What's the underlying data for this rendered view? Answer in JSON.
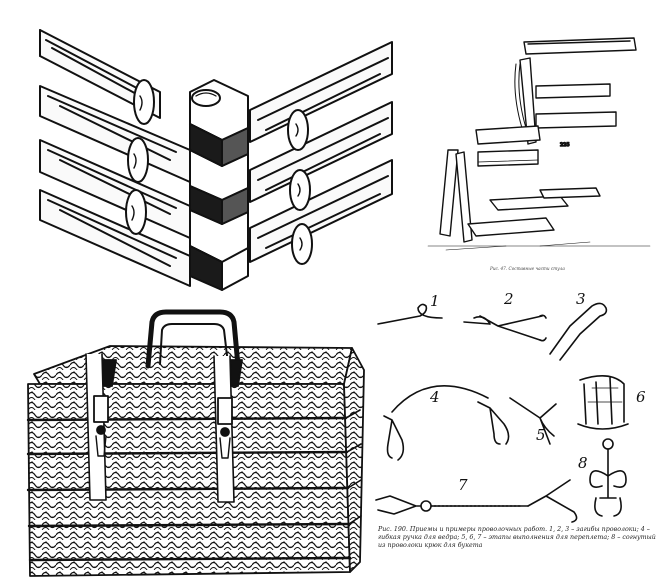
{
  "log_joint": {
    "name": "log-corner-joint"
  },
  "chair_plate": {
    "part_label": "225",
    "caption": "Рис. 47. Составные части стула"
  },
  "basket": {
    "name": "wicker-basket"
  },
  "wire_tools": {
    "figures": [
      {
        "num": "1"
      },
      {
        "num": "2"
      },
      {
        "num": "3"
      },
      {
        "num": "4"
      },
      {
        "num": "5"
      },
      {
        "num": "6"
      },
      {
        "num": "7"
      },
      {
        "num": "8"
      }
    ],
    "caption": "Рис. 190. Приемы и примеры проволочных работ. 1, 2, 3 – загибы проволоки; 4 – гибкая ручка для ведра; 5, 6, 7 – этапы выполнения для переплета; 8 – согнутый из проволоки крюк для букета"
  }
}
